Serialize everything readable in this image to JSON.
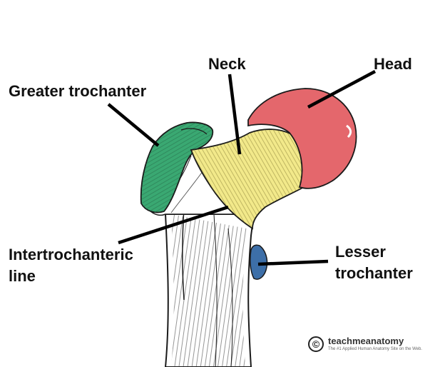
{
  "diagram": {
    "labels": {
      "neck": "Neck",
      "head": "Head",
      "greater_trochanter": "Greater trochanter",
      "intertrochanteric_line_1": "Intertrochanteric",
      "intertrochanteric_line_2": "line",
      "lesser_trochanter_1": "Lesser",
      "lesser_trochanter_2": "trochanter"
    },
    "colors": {
      "head": "#e4676c",
      "neck": "#f2e98a",
      "greater_trochanter": "#3aa872",
      "lesser_trochanter": "#3d6fa8",
      "bone_outline": "#1a1a1a",
      "leader_line": "#000000"
    }
  },
  "watermark": {
    "symbol": "©",
    "name": "teachmeanatomy",
    "tagline": "The #1 Applied Human Anatomy Site on the Web."
  }
}
